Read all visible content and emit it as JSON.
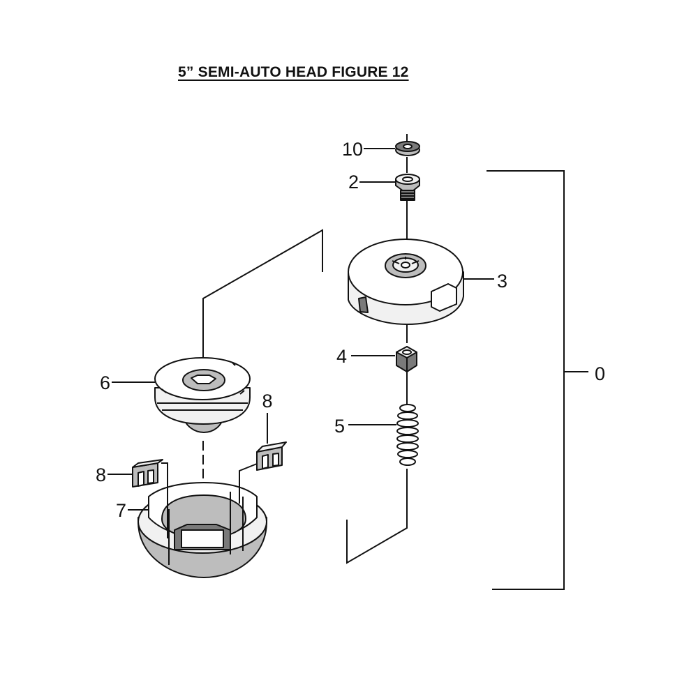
{
  "title": "5” SEMI-AUTO HEAD FIGURE  12",
  "callouts": {
    "c10": "10",
    "c2": "2",
    "c3": "3",
    "c4": "4",
    "c5": "5",
    "c6": "6",
    "c7": "7",
    "c8a": "8",
    "c8b": "8",
    "c0": "0"
  }
}
